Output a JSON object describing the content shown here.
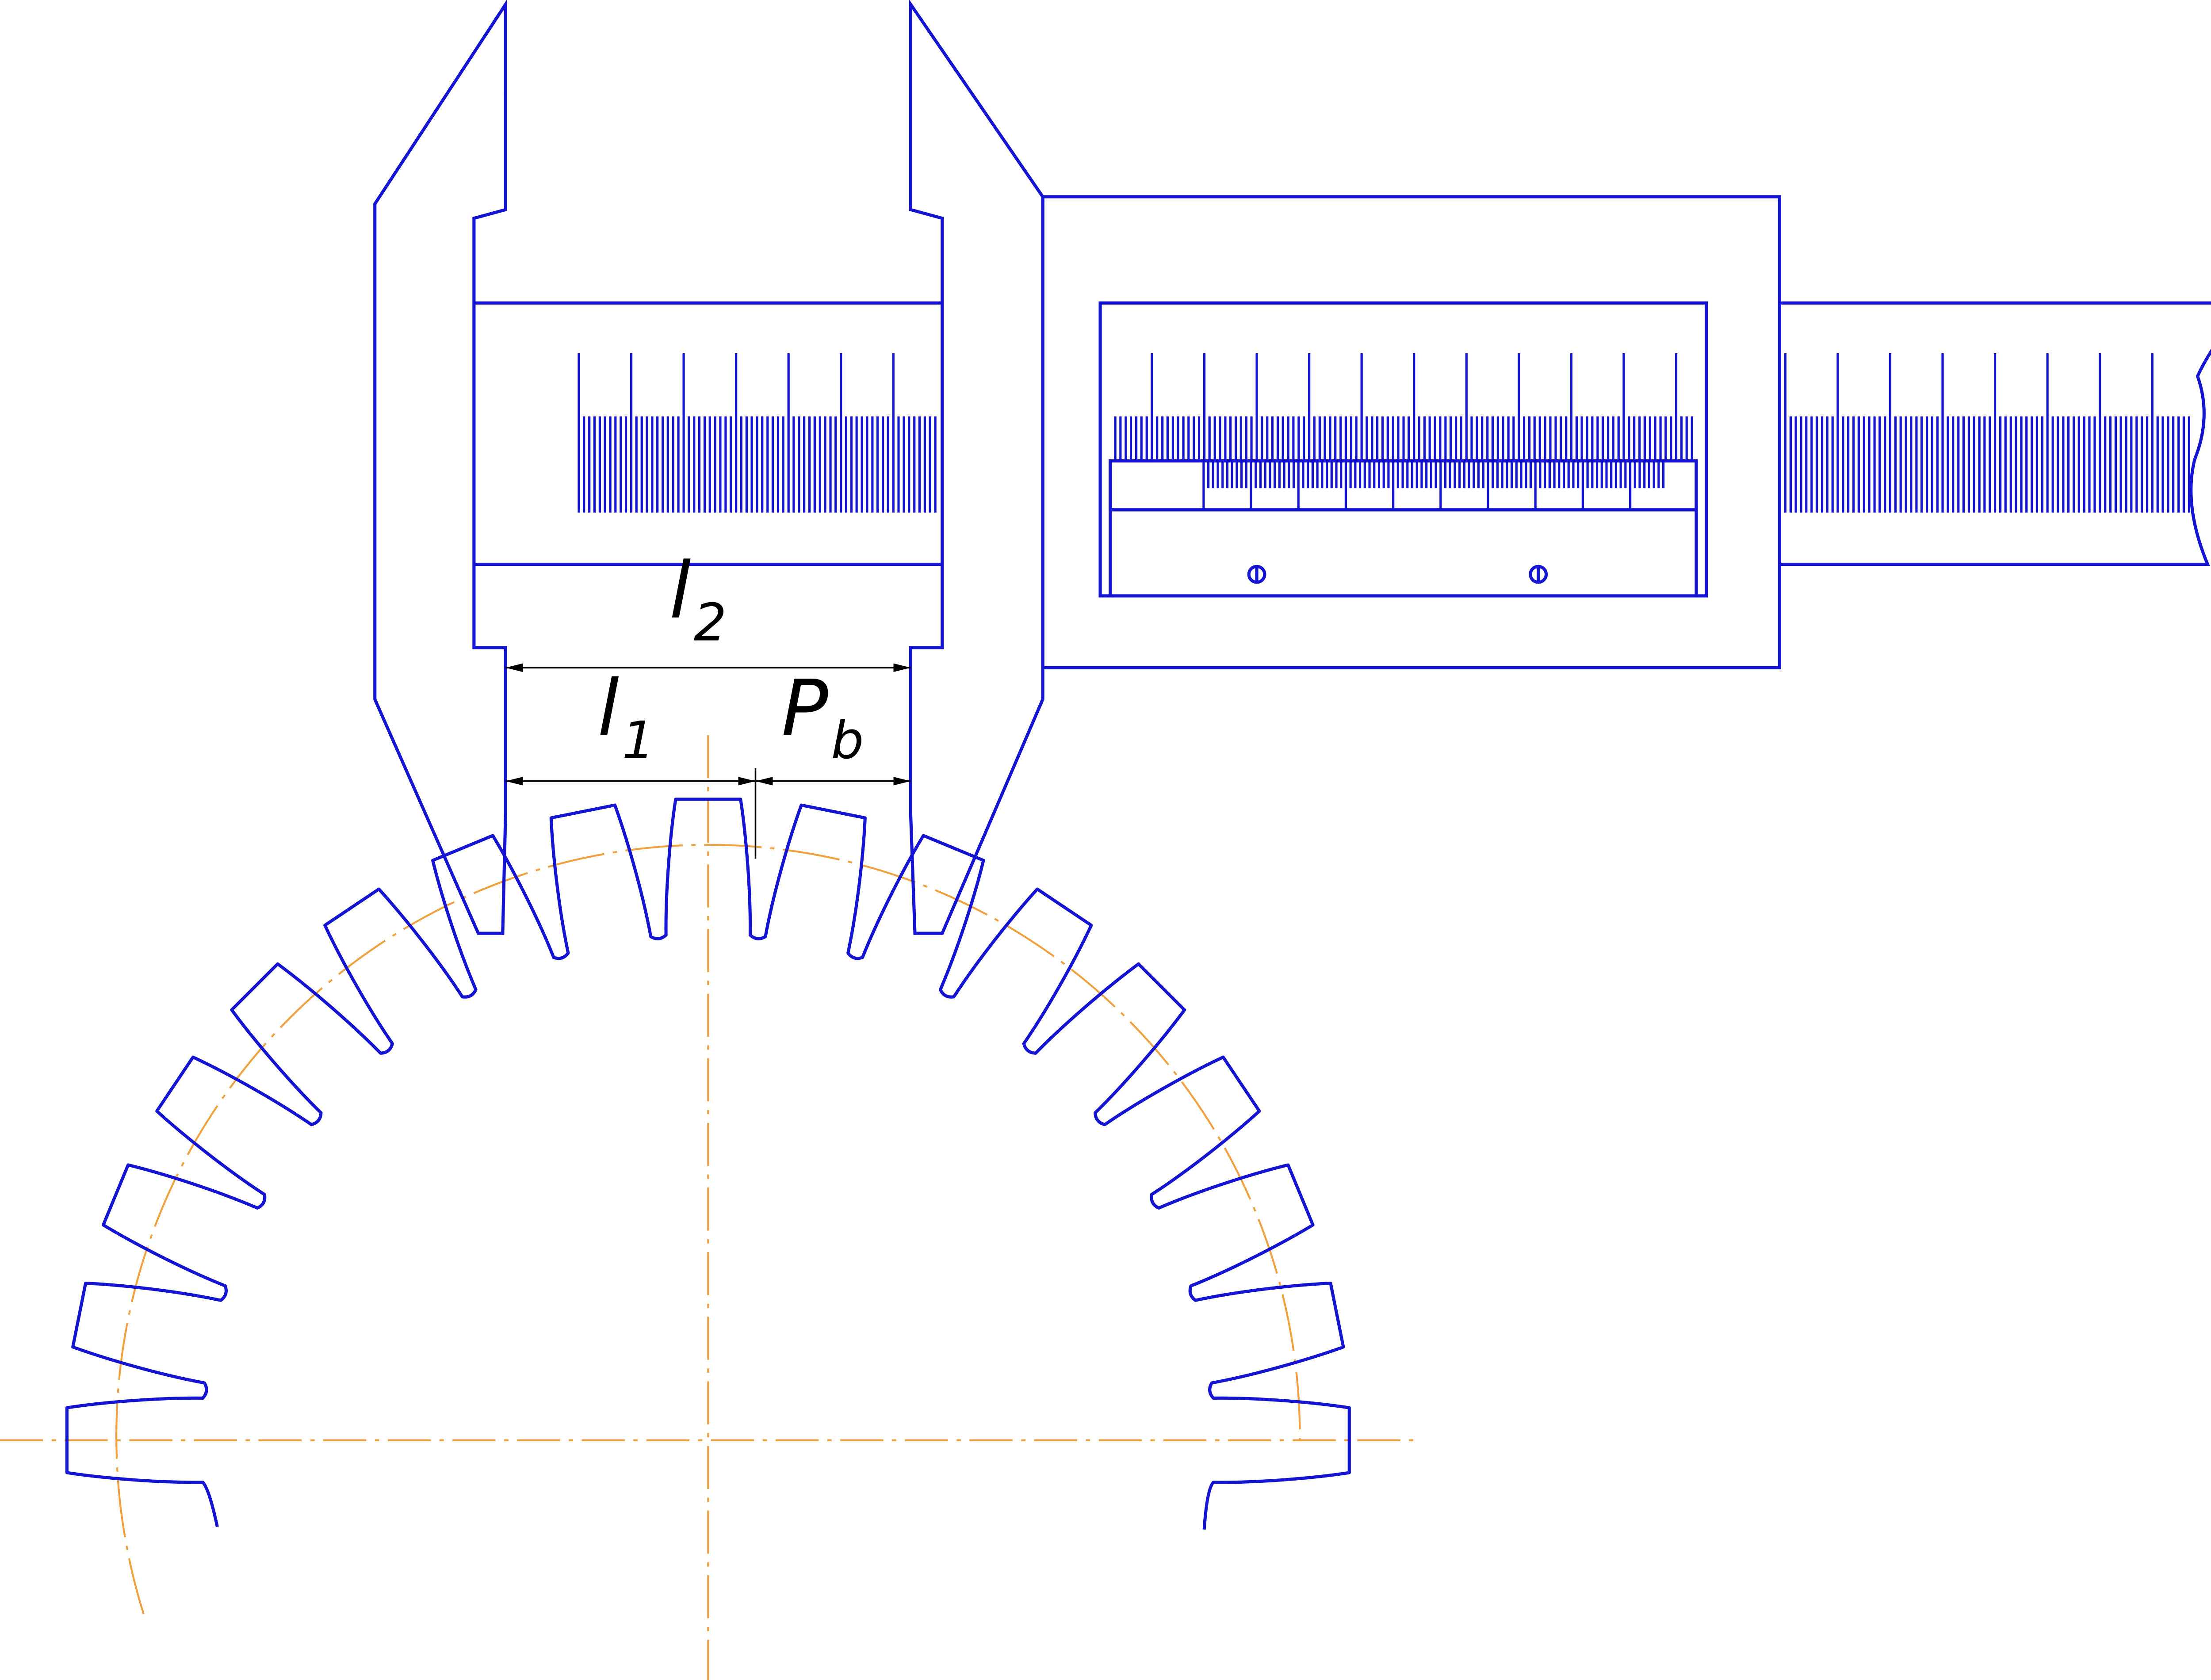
{
  "labels": {
    "l2": {
      "main": "l",
      "sub": "2"
    },
    "l1": {
      "main": "l",
      "sub": "1"
    },
    "pb": {
      "main": "P",
      "sub": "b"
    }
  },
  "colors": {
    "outline": "#1414d2",
    "dimension": "#000000",
    "centerline": "#f0a03c",
    "background": "#ffffff"
  },
  "gear": {
    "visible_teeth": 17
  },
  "caliper": {
    "screws": 2
  }
}
